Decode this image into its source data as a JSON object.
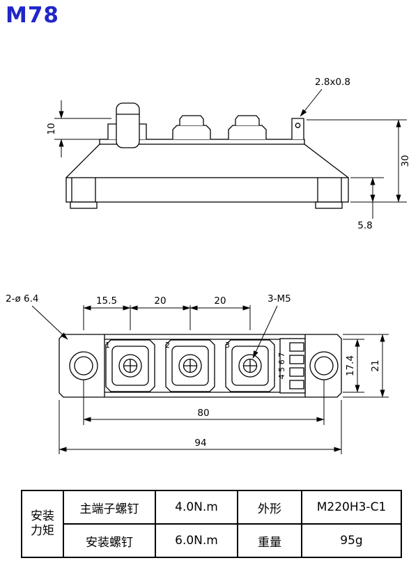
{
  "title": {
    "text": "M78",
    "color": "#2026c8"
  },
  "side_view": {
    "dim_bump_height": "10",
    "dim_total_height": "30",
    "dim_base_thickness": "5.8",
    "callout_tab": "2.8x0.8"
  },
  "top_view": {
    "callout_mounting_holes": "2-ø 6.4",
    "dim_hole_to_terminal": "15.5",
    "dim_terminal_pitch_1": "20",
    "dim_terminal_pitch_2": "20",
    "callout_terminal_thread": "3-M5",
    "dim_body_width": "17.4",
    "dim_overall_width": "21",
    "dim_hole_spacing": "80",
    "dim_overall_length": "94",
    "terminal_numbers": [
      "1",
      "2",
      "3"
    ],
    "pin_numbers": "4 5 6 7"
  },
  "table": {
    "row_header_line1": "安装",
    "row_header_line2": "力矩",
    "rows": [
      {
        "item": "主端子螺钉",
        "value": "4.0N.m",
        "item2": "外形",
        "value2": "M220H3-C1"
      },
      {
        "item": "安装螺钉",
        "value": "6.0N.m",
        "item2": "重量",
        "value2": "95g"
      }
    ]
  }
}
